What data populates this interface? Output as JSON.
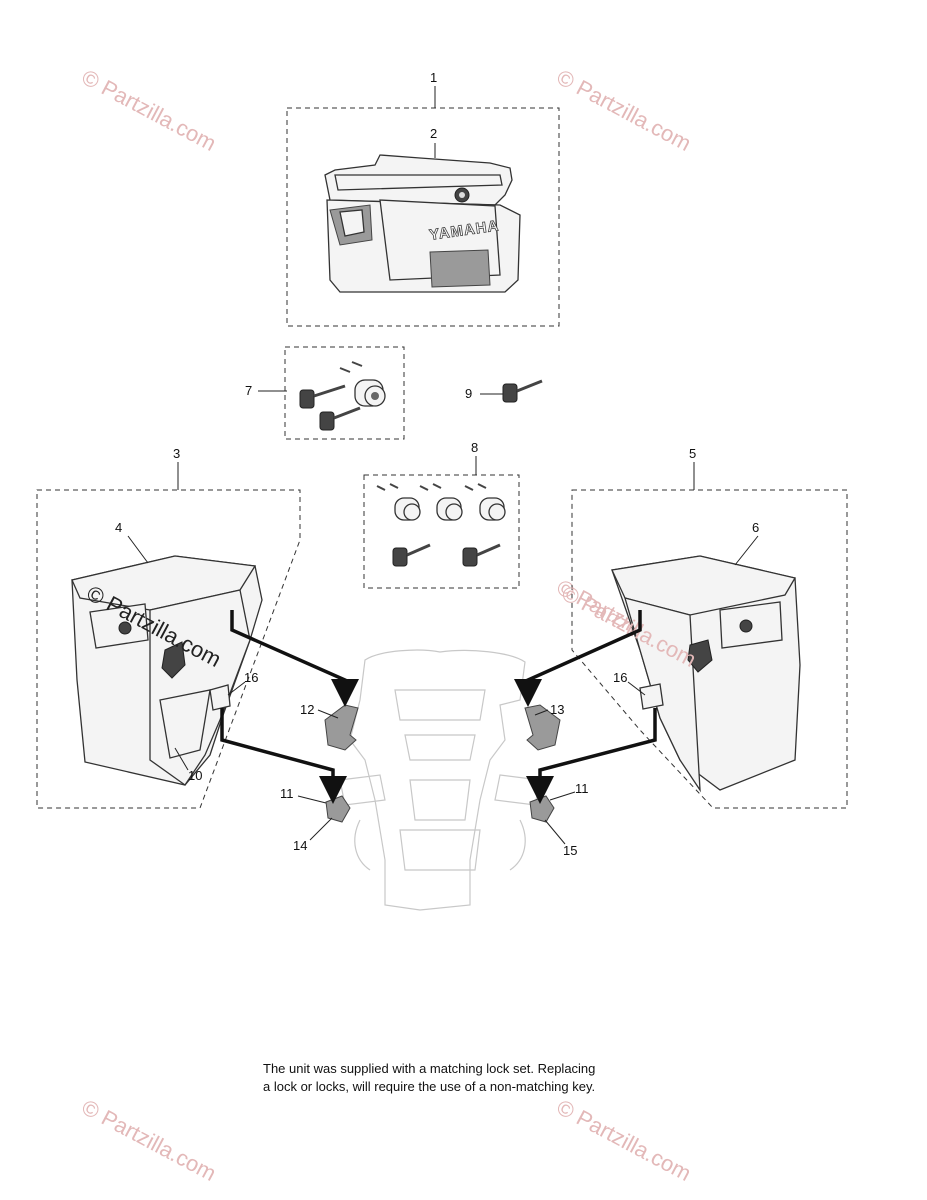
{
  "callouts": {
    "c1": "1",
    "c2": "2",
    "c3": "3",
    "c4": "4",
    "c5": "5",
    "c6": "6",
    "c7": "7",
    "c8": "8",
    "c9": "9",
    "c10": "10",
    "c11a": "11",
    "c11b": "11",
    "c12": "12",
    "c13": "13",
    "c14": "14",
    "c15": "15",
    "c16a": "16",
    "c16b": "16"
  },
  "box_logo": "YAMAHA",
  "watermarks": {
    "w1": "© Partzilla.com",
    "w2": "© Partzilla.com",
    "w3": "© Partzilla.com",
    "w4": "© Partzilla.com",
    "w5": "© Partzilla.com",
    "w6": "© Partzilla.com",
    "w7": "© Partzilla.com"
  },
  "note": {
    "line1": "The unit was supplied with a matching lock set. Replacing",
    "line2": "a lock or locks, will require the use of a non-matching key."
  }
}
